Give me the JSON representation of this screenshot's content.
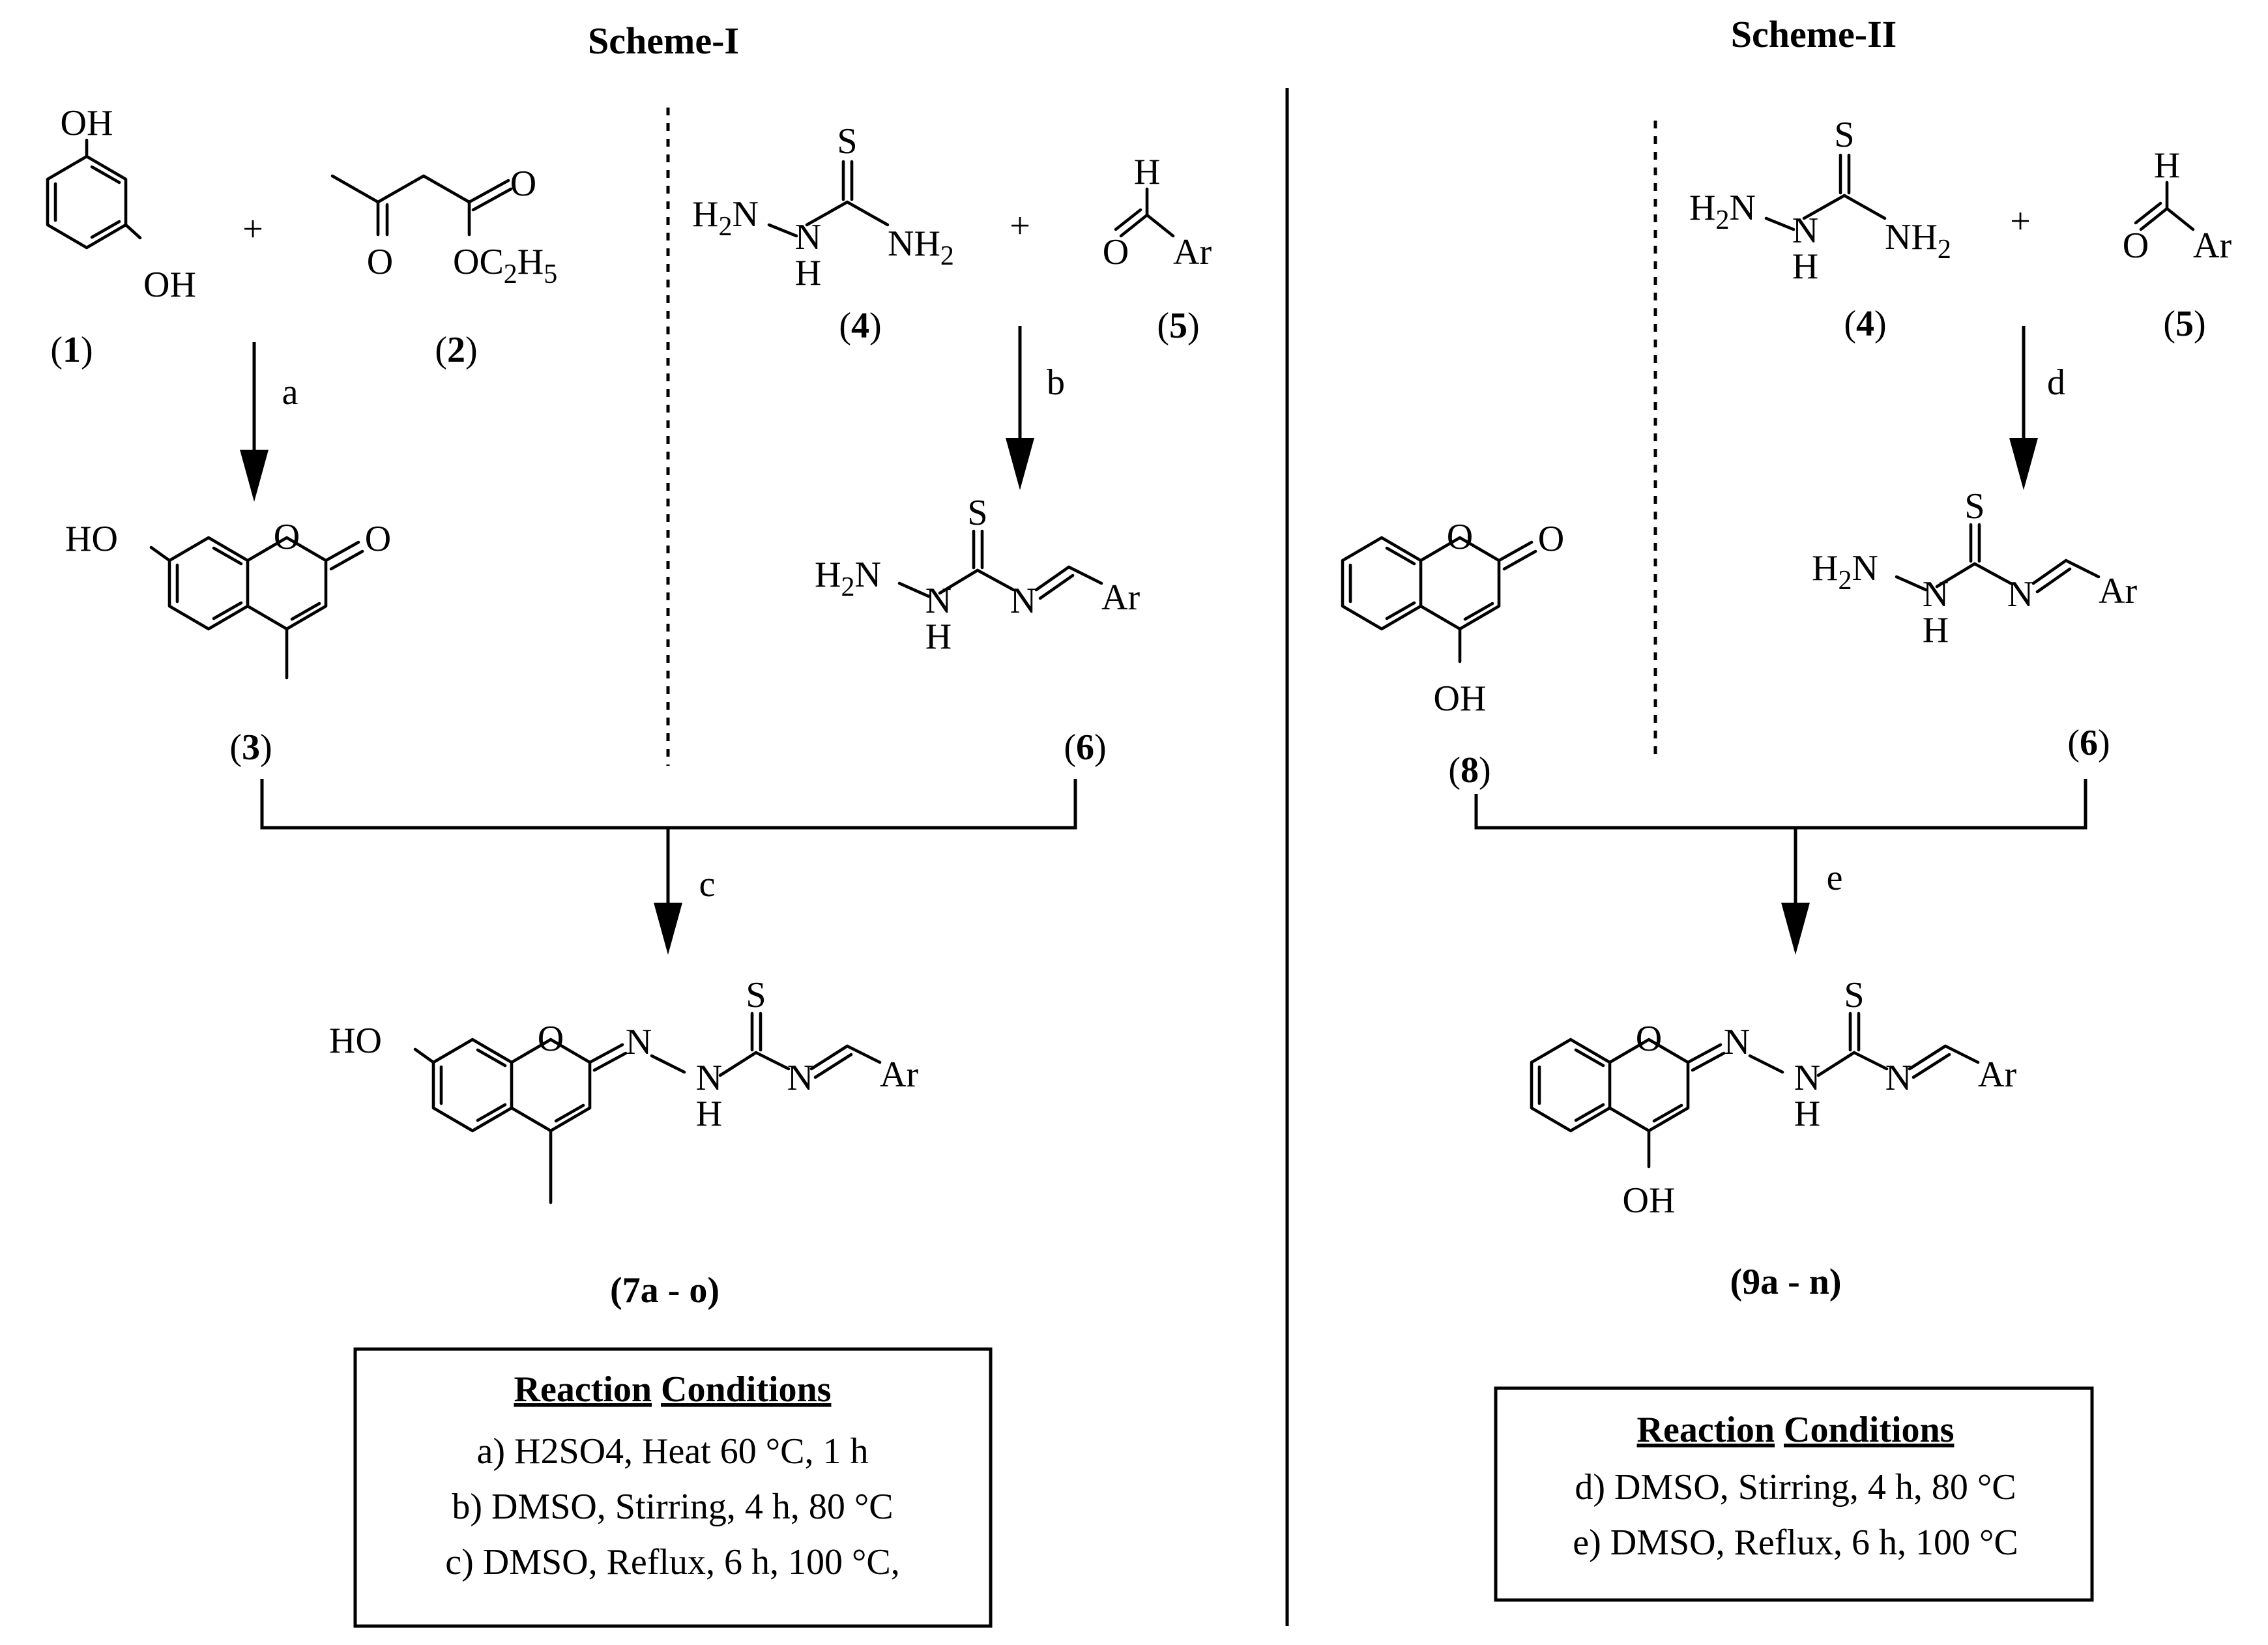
{
  "schemes": [
    {
      "title": "Scheme-I",
      "compounds": {
        "c1": {
          "num": "1"
        },
        "c2": {
          "num": "2"
        },
        "c3": {
          "num": "3"
        },
        "c4": {
          "num": "4"
        },
        "c5": {
          "num": "5"
        },
        "c6": {
          "num": "6"
        },
        "product": {
          "num": "7a - o"
        }
      },
      "steps": [
        "a",
        "b",
        "c"
      ],
      "conditions": {
        "heading1": "Reaction",
        "heading2": "Conditions",
        "lines": [
          "a) H2SO4, Heat 60 °C, 1 h",
          "b) DMSO, Stirring, 4 h, 80 °C",
          "c) DMSO, Reflux, 6 h, 100 °C,"
        ]
      }
    },
    {
      "title": "Scheme-II",
      "compounds": {
        "c4": {
          "num": "4"
        },
        "c5": {
          "num": "5"
        },
        "c6": {
          "num": "6"
        },
        "c8": {
          "num": "8"
        },
        "product": {
          "num": "9a - n"
        }
      },
      "steps": [
        "d",
        "e"
      ],
      "conditions": {
        "heading1": "Reaction",
        "heading2": "Conditions",
        "lines": [
          "d) DMSO, Stirring, 4 h, 80 °C",
          "e) DMSO, Reflux, 6 h, 100 °C"
        ]
      }
    }
  ],
  "atoms": {
    "OH": "OH",
    "HO": "HO",
    "O": "O",
    "OEt": "OC2H5",
    "S": "S",
    "H2N": "H2N",
    "NH2": "NH2",
    "N": "N",
    "NH_H": "H",
    "H": "H",
    "Ar": "Ar"
  },
  "plus": "+"
}
